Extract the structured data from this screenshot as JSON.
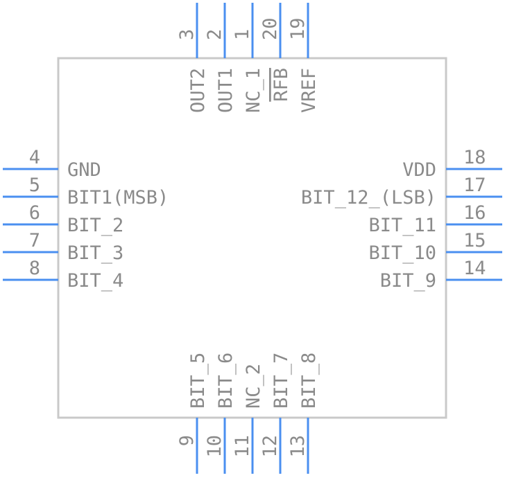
{
  "colors": {
    "body_stroke": "#c9c9c9",
    "pin_line": "#4a8ff0",
    "text": "#8a8a8a"
  },
  "pins": {
    "top": [
      {
        "number": "3",
        "label": "OUT2"
      },
      {
        "number": "2",
        "label": "OUT1"
      },
      {
        "number": "1",
        "label": "NC_1"
      },
      {
        "number": "20",
        "label": "RFB",
        "overbar": true
      },
      {
        "number": "19",
        "label": "VREF"
      }
    ],
    "left": [
      {
        "number": "4",
        "label": "GND"
      },
      {
        "number": "5",
        "label": "BIT1(MSB)"
      },
      {
        "number": "6",
        "label": "BIT_2"
      },
      {
        "number": "7",
        "label": "BIT_3"
      },
      {
        "number": "8",
        "label": "BIT_4"
      }
    ],
    "right": [
      {
        "number": "18",
        "label": "VDD"
      },
      {
        "number": "17",
        "label": "BIT_12_(LSB)"
      },
      {
        "number": "16",
        "label": "BIT_11"
      },
      {
        "number": "15",
        "label": "BIT_10"
      },
      {
        "number": "14",
        "label": "BIT_9"
      }
    ],
    "bottom": [
      {
        "number": "9",
        "label": "BIT_5"
      },
      {
        "number": "10",
        "label": "BIT_6"
      },
      {
        "number": "11",
        "label": "NC_2"
      },
      {
        "number": "12",
        "label": "BIT_7"
      },
      {
        "number": "13",
        "label": "BIT_8"
      }
    ]
  }
}
